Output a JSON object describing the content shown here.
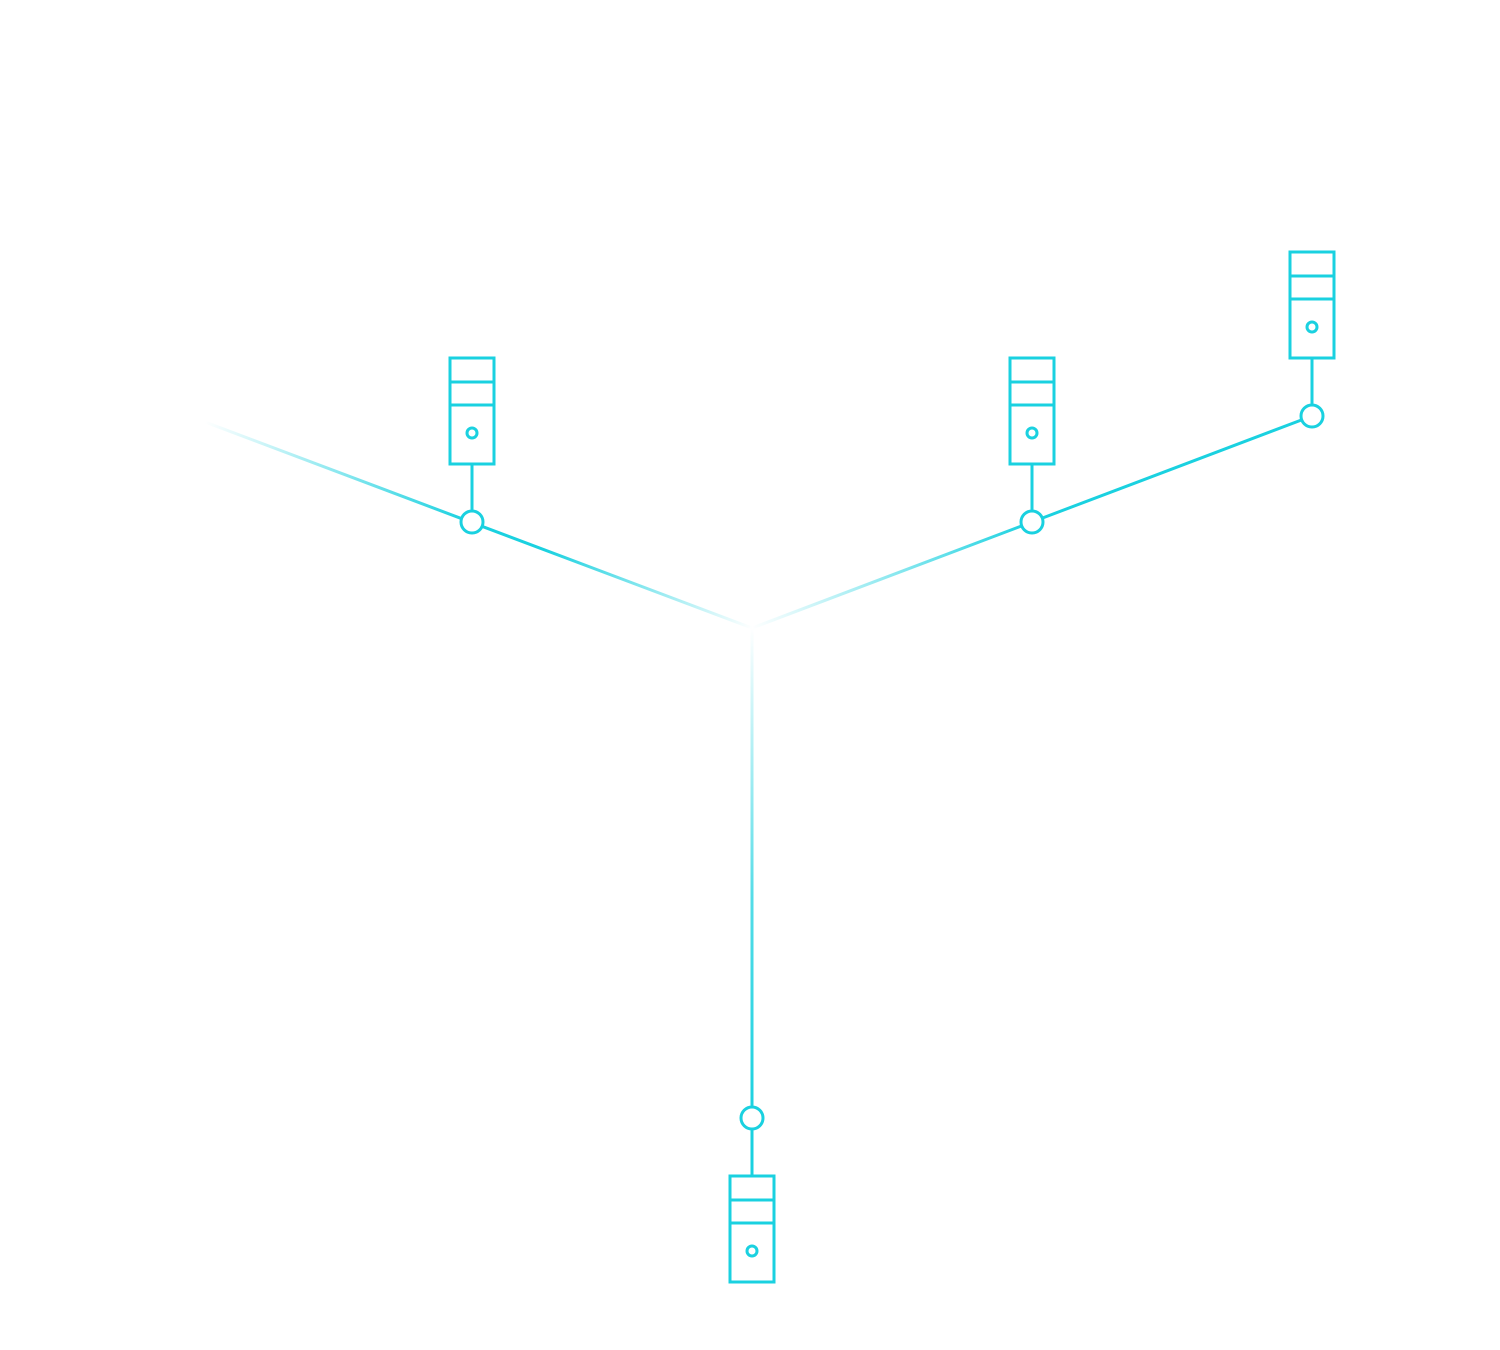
{
  "diagram": {
    "type": "network-topology",
    "accent_color": "#1ad1e0",
    "background_color": "#ffffff",
    "hub": {
      "name": "central-hub",
      "label": ""
    },
    "branches": [
      {
        "name": "branch-left",
        "direction": "upper-left",
        "fades_toward_hub": true,
        "fades_toward_end": true,
        "nodes": [
          {
            "name": "server-left",
            "icon": "server-tower-icon",
            "label": ""
          }
        ]
      },
      {
        "name": "branch-right",
        "direction": "upper-right",
        "fades_toward_hub": true,
        "fades_toward_end": false,
        "nodes": [
          {
            "name": "server-right-inner",
            "icon": "server-tower-icon",
            "label": ""
          },
          {
            "name": "server-right-outer",
            "icon": "server-tower-icon",
            "label": ""
          }
        ]
      },
      {
        "name": "branch-bottom",
        "direction": "down",
        "fades_toward_hub": true,
        "fades_toward_end": false,
        "nodes": [
          {
            "name": "server-bottom",
            "icon": "server-tower-icon",
            "label": ""
          }
        ]
      }
    ]
  }
}
